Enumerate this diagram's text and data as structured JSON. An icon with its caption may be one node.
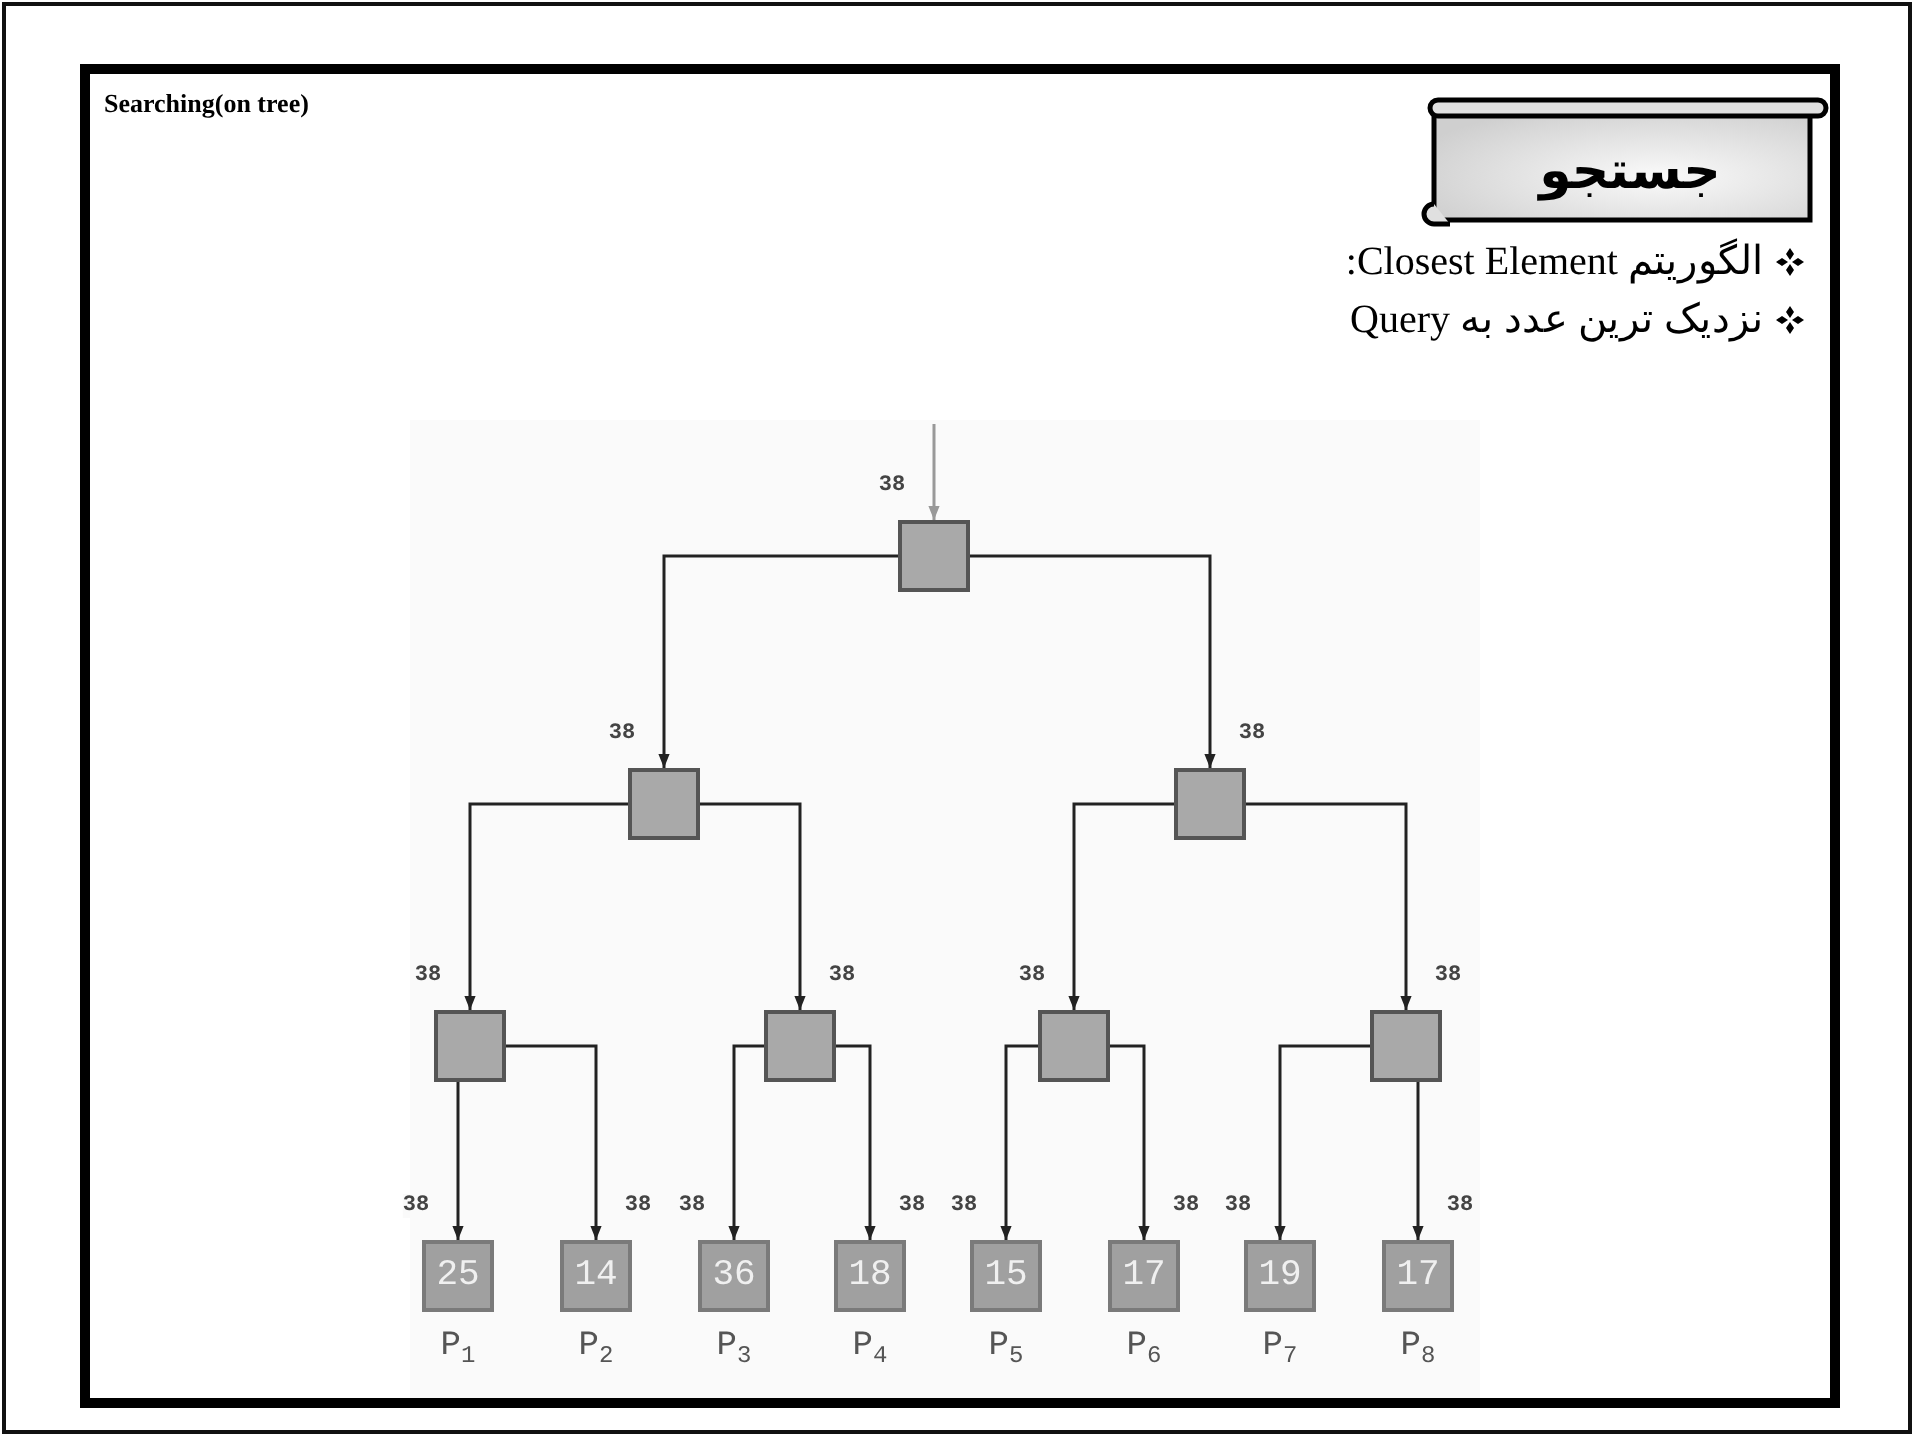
{
  "diagram": {
    "title": "Searching(on tree)",
    "nodes": [
      {
        "text": [
          "جستجو"
        ]
      },
      {
        "text": [],
        "shape": "box"
      },
      {
        "text": [],
        "shape": "box"
      },
      {
        "text": [],
        "shape": "box"
      },
      {
        "text": [],
        "shape": "box"
      },
      {
        "text": [],
        "shape": "box"
      },
      {
        "text": [],
        "shape": "box"
      },
      {
        "text": [],
        "shape": "box"
      },
      {
        "text": [
          "25"
        ],
        "beside": [
          "P$_{1}$"
        ]
      },
      {
        "text": [
          "14"
        ],
        "beside": [
          "P$_{2}$"
        ]
      },
      {
        "text": [
          "36"
        ],
        "beside": [
          "P$_{3}$"
        ]
      },
      {
        "text": [
          "18"
        ],
        "beside": [
          "P$_{4}$"
        ]
      },
      {
        "text": [
          "15"
        ],
        "beside": [
          "P$_{5}$"
        ]
      },
      {
        "text": [
          "17"
        ],
        "beside": [
          "P$_{6}$"
        ]
      },
      {
        "text": [
          "19"
        ],
        "beside": [
          "P$_{7}$"
        ]
      },
      {
        "text": [
          "17"
        ],
        "beside": [
          "P$_{8}$"
        ]
      }
    ],
    "edges": [
      {
        "from": null,
        "to": 1,
        "arrow": "to",
        "label": "38",
        "color": "#999999"
      },
      {
        "from": 1,
        "to": 2,
        "arrow": "to",
        "label": "38"
      },
      {
        "from": 1,
        "to": 3,
        "arrow": "to",
        "label": "38"
      },
      {
        "from": 2,
        "to": 4,
        "arrow": "to",
        "label": "38"
      },
      {
        "from": 2,
        "to": 5,
        "arrow": "to",
        "label": "38"
      },
      {
        "from": 3,
        "to": 6,
        "arrow": "to",
        "label": "38"
      },
      {
        "from": 3,
        "to": 7,
        "arrow": "to",
        "label": "38"
      },
      {
        "from": 4,
        "to": 8,
        "arrow": "to",
        "label": "38"
      },
      {
        "from": 4,
        "to": 9,
        "arrow": "to",
        "label": "38"
      },
      {
        "from": 5,
        "to": 10,
        "arrow": "to",
        "label": "38"
      },
      {
        "from": 5,
        "to": 11,
        "arrow": "to",
        "label": "38"
      },
      {
        "from": 6,
        "to": 12,
        "arrow": "to",
        "label": "38"
      },
      {
        "from": 6,
        "to": 13,
        "arrow": "to",
        "label": "38"
      },
      {
        "from": 7,
        "to": 14,
        "arrow": "to",
        "label": "38"
      },
      {
        "from": 7,
        "to": 15,
        "arrow": "to",
        "label": "38"
      }
    ],
    "labels": [
      "الگوریتم Closest Element:",
      "نزدیک ترین عدد به Query"
    ]
  }
}
